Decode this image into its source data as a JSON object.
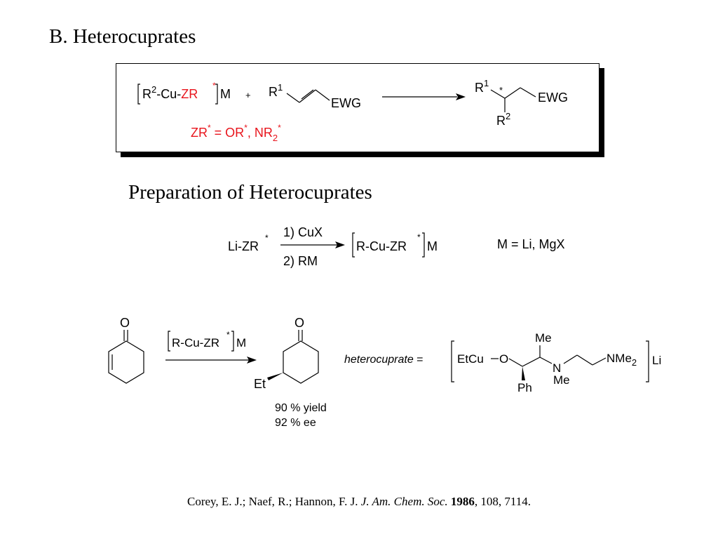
{
  "title": "B. Heterocuprates",
  "subtitle": "Preparation of Heterocuprates",
  "colors": {
    "accent": "#e8141c",
    "text": "#000000"
  },
  "scheme1": {
    "reagent": {
      "r": "R",
      "r_sup": "2",
      "cu": "-Cu-",
      "zr": "ZR",
      "star": "*",
      "m": "M"
    },
    "plus": "+",
    "substrate": {
      "r": "R",
      "r_sup": "1",
      "ewg": "EWG"
    },
    "product": {
      "r1": "R",
      "r1_sup": "1",
      "star": "*",
      "r2": "R",
      "r2_sup": "2",
      "ewg": "EWG"
    },
    "zr_def": {
      "zr": "ZR",
      "star": "*",
      "eq": " = OR",
      "star2": "*",
      "sep": ", NR",
      "sub": "2",
      "star3": "*"
    }
  },
  "scheme2": {
    "reagent": "Li-ZR",
    "star": "*",
    "step1": "1) CuX",
    "step2": "2) RM",
    "product": "R-Cu-ZR",
    "product_star": "*",
    "product_m": "M",
    "note": "M = Li, MgX"
  },
  "scheme3": {
    "o1": "O",
    "o2": "O",
    "reagent": "R-Cu-ZR",
    "reagent_star": "*",
    "reagent_m": "M",
    "et": "Et",
    "yield": "90 % yield",
    "ee": "92 % ee",
    "hetero_label": "heterocuprate",
    "eq": " =",
    "etcu": "EtCu",
    "o": "O",
    "me_top": "Me",
    "n": "N",
    "me_n": "Me",
    "nme": "NMe",
    "nme_sub": "2",
    "ph": "Ph",
    "li": "Li"
  },
  "citation": {
    "authors": "Corey, E. J.; Naef, R.; Hannon, F. J. ",
    "journal": "J. Am. Chem. Soc.",
    "year": "1986",
    "rest": ", 108, 7114."
  }
}
